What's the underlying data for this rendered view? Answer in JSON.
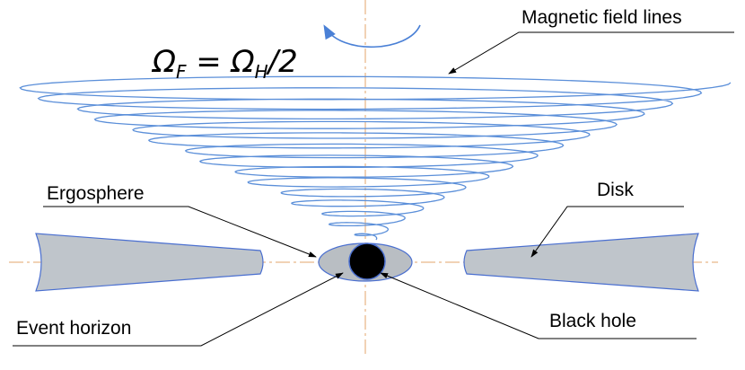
{
  "labels": {
    "magnetic_field_lines": "Magnetic field lines",
    "ergosphere": "Ergosphere",
    "disk": "Disk",
    "event_horizon": "Event horizon",
    "black_hole": "Black hole"
  },
  "equation": {
    "lhs_symbol": "Ω",
    "lhs_sub": "F",
    "equals": " = ",
    "rhs_symbol": "Ω",
    "rhs_sub": "H",
    "rhs_tail": "/2"
  },
  "colors": {
    "field_lines": "#5b8fd9",
    "disk_fill": "#bfc5cb",
    "disk_edge": "#4a6fd0",
    "ergosphere_fill": "#b9bec3",
    "black_hole": "#000000",
    "axis": "#e3a66b",
    "leader": "#000000"
  }
}
